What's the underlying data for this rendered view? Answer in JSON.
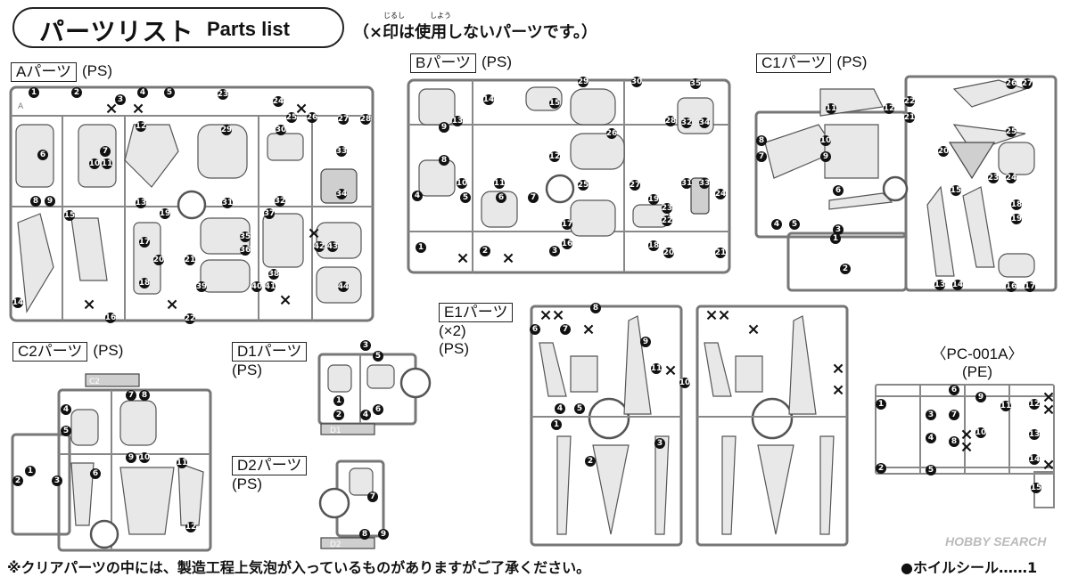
{
  "header": {
    "title_jp": "パーツリスト",
    "title_en": "Parts list",
    "note": "（×印は使用しないパーツです。）",
    "note_ruby": [
      "じるし",
      "しよう"
    ]
  },
  "sections": {
    "A": {
      "label": "Aパーツ",
      "material": "(PS)"
    },
    "B": {
      "label": "Bパーツ",
      "material": "(PS)"
    },
    "C1": {
      "label": "C1パーツ",
      "material": "(PS)"
    },
    "C2": {
      "label": "C2パーツ",
      "material": "(PS)"
    },
    "D1": {
      "label": "D1パーツ",
      "material": "(PS)"
    },
    "D2": {
      "label": "D2パーツ",
      "material": "(PS)"
    },
    "E1": {
      "label": "E1パーツ",
      "count": "(×2)",
      "material": "(PS)"
    },
    "PC": {
      "label": "〈PC-001A〉",
      "material": "(PE)"
    }
  },
  "runner_tags": {
    "A": "A",
    "C2": "C2",
    "D1": "D1",
    "D2": "D2"
  },
  "unused_mark": "×",
  "footer": {
    "note": "※クリアパーツの中には、製造工程上気泡が入っているものがありますがご了承ください。",
    "right": "●ホイルシール……1"
  },
  "watermark": "HOBBY SEARCH",
  "numbers": {
    "A": [
      "1",
      "2",
      "3",
      "4",
      "5",
      "12",
      "13",
      "14",
      "15",
      "16",
      "17",
      "18",
      "19",
      "20",
      "21",
      "22",
      "23",
      "24",
      "25",
      "26",
      "27",
      "28",
      "29",
      "30",
      "31",
      "32",
      "33",
      "34",
      "35",
      "36",
      "37",
      "38",
      "39",
      "40",
      "41",
      "42",
      "43",
      "44",
      "6",
      "7",
      "8",
      "9",
      "10",
      "11"
    ],
    "B": [
      "1",
      "2",
      "3",
      "4",
      "5",
      "6",
      "7",
      "8",
      "9",
      "10",
      "11",
      "12",
      "13",
      "14",
      "15",
      "16",
      "17",
      "18",
      "19",
      "20",
      "21",
      "22",
      "23",
      "24",
      "25",
      "26",
      "27",
      "28",
      "29",
      "30",
      "31",
      "32",
      "33",
      "34",
      "35"
    ],
    "C1": [
      "1",
      "2",
      "3",
      "4",
      "5",
      "6",
      "7",
      "8",
      "9",
      "10",
      "11",
      "12",
      "13",
      "14",
      "15",
      "16",
      "17",
      "18",
      "19",
      "20",
      "21",
      "22",
      "23",
      "24",
      "25",
      "26",
      "27"
    ],
    "C2": [
      "1",
      "2",
      "3",
      "4",
      "5",
      "6",
      "7",
      "8",
      "9",
      "10",
      "11",
      "12"
    ],
    "D1": [
      "1",
      "2",
      "3",
      "4",
      "5",
      "6"
    ],
    "D2": [
      "7",
      "8",
      "9"
    ],
    "E1": [
      "1",
      "2",
      "3",
      "4",
      "5",
      "6",
      "7",
      "8",
      "9",
      "10",
      "11"
    ],
    "PC": [
      "1",
      "2",
      "3",
      "4",
      "5",
      "6",
      "7",
      "8",
      "9",
      "10",
      "11",
      "12",
      "13",
      "14",
      "15"
    ]
  }
}
